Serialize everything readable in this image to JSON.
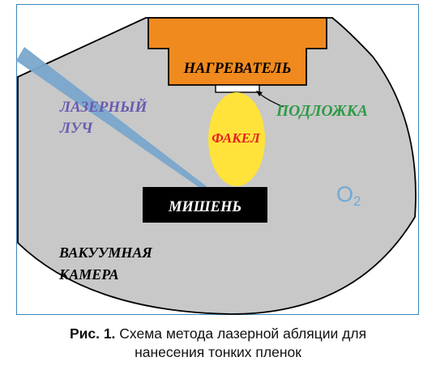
{
  "diagram": {
    "heater_label": "НАГРЕВАТЕЛЬ",
    "laser_label_line1": "ЛАЗЕРНЫЙ",
    "laser_label_line2": "ЛУЧ",
    "substrate_label": "ПОДЛОЖКА",
    "plume_label": "ФАКЕЛ",
    "target_label": "МИШЕНЬ",
    "oxygen_label": "O",
    "oxygen_subscript": "2",
    "chamber_label_line1": "ВАКУУМНАЯ",
    "chamber_label_line2": "КАМЕРА",
    "colors": {
      "chamber_fill": "#c8c8c8",
      "heater_fill": "#f08a1e",
      "laser_beam": "#7aa7cc",
      "plume_fill": "#ffe23a",
      "target_fill": "#000000",
      "laser_text": "#6a5ab0",
      "substrate_text": "#2e9a45",
      "plume_text": "#e8201f",
      "oxygen_text": "#6fa9d6",
      "frame_border": "#3a86b9"
    }
  },
  "caption": {
    "label": "Рис. 1.",
    "line1_text": " Схема метода лазерной абляции для",
    "line2_text": "нанесения тонких пленок"
  }
}
